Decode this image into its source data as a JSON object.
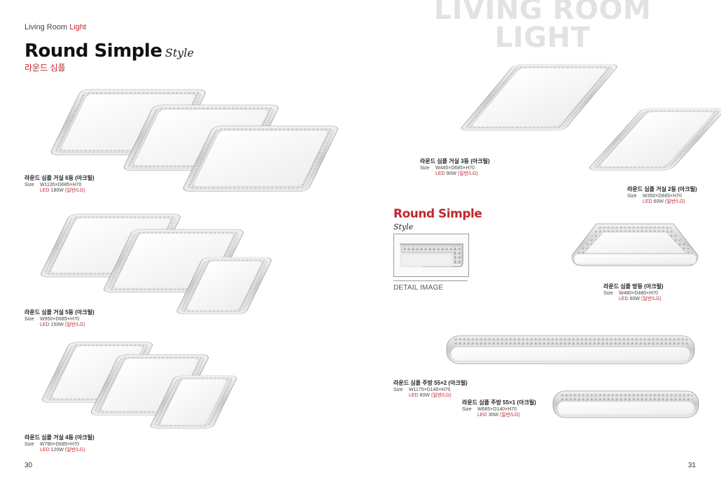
{
  "left_page": {
    "category_prefix": "Living Room ",
    "category_accent": "Light",
    "title": "Round Simple",
    "style_word": "Style",
    "subtitle_kr": "라운드 심플",
    "page_number": "30",
    "products": [
      {
        "name": "라운드 심플 거실 6등 (아크릴)",
        "size_label": "Size",
        "size": "W1135×D685×H70",
        "led_label": "LED",
        "power": "180W",
        "option": "(일반/LG)"
      },
      {
        "name": "라운드 심플 거실 5등 (아크릴)",
        "size_label": "Size",
        "size": "W950×D685×H70",
        "led_label": "LED",
        "power": "150W",
        "option": "(일반/LG)"
      },
      {
        "name": "라운드 심플 거실 4등 (아크릴)",
        "size_label": "Size",
        "size": "W780×D685×H70",
        "led_label": "LED",
        "power": "120W",
        "option": "(일반/LG)"
      }
    ]
  },
  "right_page": {
    "bg_title_line1": "LIVING ROOM",
    "bg_title_line2": "LIGHT",
    "title": "Round Simple",
    "style_word": "Style",
    "detail_caption": "DETAIL IMAGE",
    "page_number": "31",
    "products": [
      {
        "name": "라운드 심플 거실 3등 (아크릴)",
        "size_label": "Size",
        "size": "W445×D685×H70",
        "led_label": "LED",
        "power": "90W",
        "option": "(일반/LG)"
      },
      {
        "name": "라운드 심플 거실 2등 (아크릴)",
        "size_label": "Size",
        "size": "W350×D685×H70",
        "led_label": "LED",
        "power": "60W",
        "option": "(일반/LG)"
      },
      {
        "name": "라운드 심플 방등 (아크릴)",
        "size_label": "Size",
        "size": "W480×D480×H70",
        "led_label": "LED",
        "power": "60W",
        "option": "(일반/LG)"
      },
      {
        "name": "라운드 심플 주방 55×2 (아크릴)",
        "size_label": "Size",
        "size": "W1175×D140×H70",
        "led_label": "LED",
        "power": "60W",
        "option": "(일반/LG)"
      },
      {
        "name": "라운드 심플 주방 55×1 (아크릴)",
        "size_label": "Size",
        "size": "W685×D140×H70",
        "led_label": "LED",
        "power": "30W",
        "option": "(일반/LG)"
      }
    ]
  },
  "colors": {
    "accent": "#c0282d",
    "watermark": "#e2e2e2"
  }
}
